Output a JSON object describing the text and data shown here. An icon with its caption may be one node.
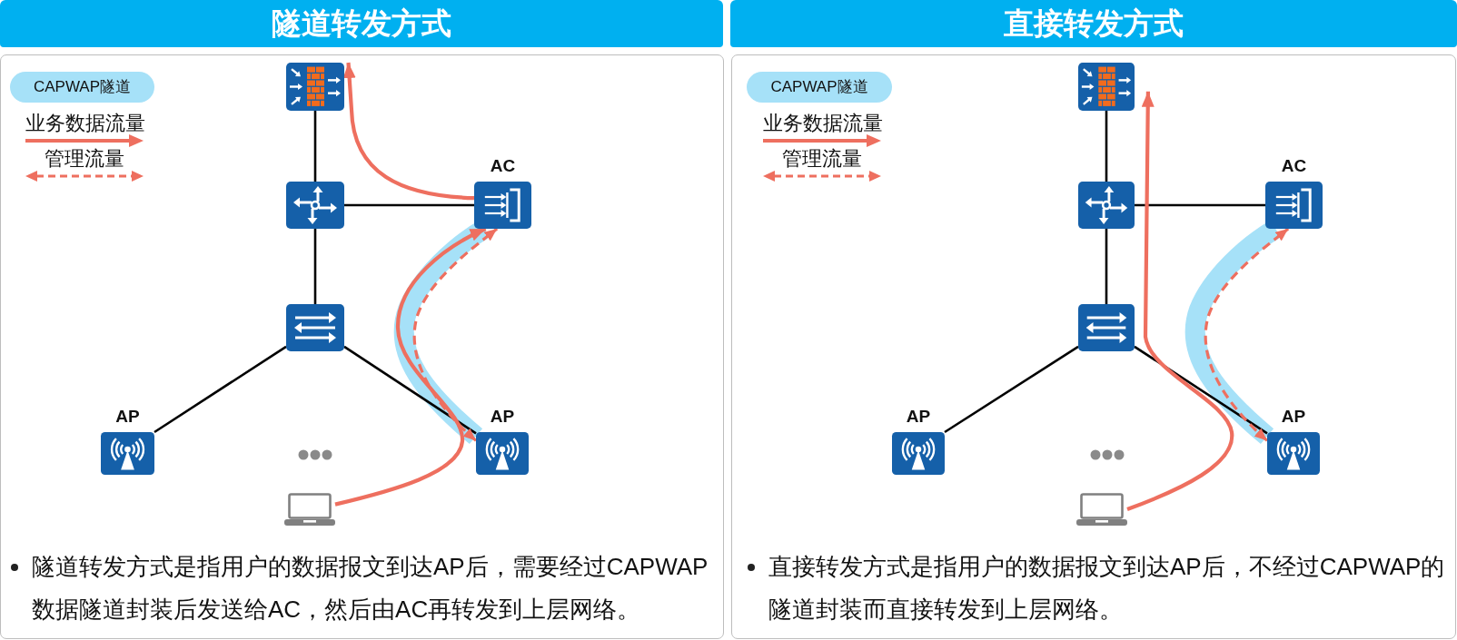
{
  "diagram": {
    "nodes": [
      {
        "text": [
          "隧道转发方式"
        ]
      },
      {
        "text": [
          "隧道转发方式是指用户的数据报文到达AP后，需要经过CAPWAP数据隧道封装后发送给AC，然后由AC再转发到上层网络。"
        ]
      },
      {
        "text": [],
        "shape": "picture",
        "in": 1
      },
      {
        "text": [],
        "shape": "picture",
        "in": 1
      },
      {
        "text": [
          "AC"
        ],
        "in": 1
      },
      {
        "text": [],
        "shape": "picture",
        "in": 1
      },
      {
        "text": [
          "AP"
        ],
        "in": 1
      },
      {
        "text": [
          "AP"
        ],
        "in": 1
      },
      {
        "text": [],
        "shape": "laptop",
        "in": 1
      },
      {
        "text": [
          "直接转发方式"
        ]
      },
      {
        "text": [
          "直接转发方式是指用户的数据报文到达AP后，不经过CAPWAP的隧道封装而直接转发到上层网络。"
        ]
      },
      {
        "text": [],
        "shape": "picture",
        "in": 10
      },
      {
        "text": [],
        "shape": "picture",
        "in": 10
      },
      {
        "text": [
          "AC"
        ],
        "in": 10
      },
      {
        "text": [],
        "shape": "picture",
        "in": 10
      },
      {
        "text": [
          "AP"
        ],
        "in": 10
      },
      {
        "text": [
          "AP"
        ],
        "in": 10
      },
      {
        "text": [],
        "shape": "laptop",
        "in": 10
      }
    ],
    "edges": [
      {
        "from": 2,
        "to": 3,
        "arrow": "none"
      },
      {
        "from": 3,
        "to": 4,
        "arrow": "none"
      },
      {
        "from": 3,
        "to": 5,
        "arrow": "none"
      },
      {
        "from": 5,
        "to": 6,
        "arrow": "none"
      },
      {
        "from": 5,
        "to": 7,
        "arrow": "none"
      },
      {
        "from": 7,
        "to": 4,
        "arrow": "none",
        "style": "thick",
        "color": "#a6e1f8"
      },
      {
        "from": 7,
        "to": 4,
        "arrow": "both",
        "style": "dashed",
        "color": "#ee6f5f"
      },
      {
        "from": 8,
        "to": 4,
        "arrow": "to",
        "color": "#ee6f5f"
      },
      {
        "from": 4,
        "to": 2,
        "arrow": "to",
        "color": "#ee6f5f"
      },
      {
        "from": 11,
        "to": 12,
        "arrow": "none"
      },
      {
        "from": 12,
        "to": 13,
        "arrow": "none"
      },
      {
        "from": 12,
        "to": 14,
        "arrow": "none"
      },
      {
        "from": 14,
        "to": 15,
        "arrow": "none"
      },
      {
        "from": 14,
        "to": 16,
        "arrow": "none"
      },
      {
        "from": 16,
        "to": 13,
        "arrow": "none",
        "style": "thick",
        "color": "#a6e1f8"
      },
      {
        "from": 16,
        "to": 13,
        "arrow": "both",
        "style": "dashed",
        "color": "#ee6f5f"
      },
      {
        "from": 17,
        "to": 11,
        "arrow": "to",
        "color": "#ee6f5f"
      }
    ],
    "legend": [
      {
        "text": "CAPWAP隧道",
        "color": "#a6e1f8"
      },
      {
        "text": "业务数据流量"
      },
      {
        "text": "管理流量"
      },
      {
        "text": "CAPWAP隧道",
        "color": "#a6e1f8"
      },
      {
        "text": "业务数据流量"
      },
      {
        "text": "管理流量"
      }
    ]
  }
}
